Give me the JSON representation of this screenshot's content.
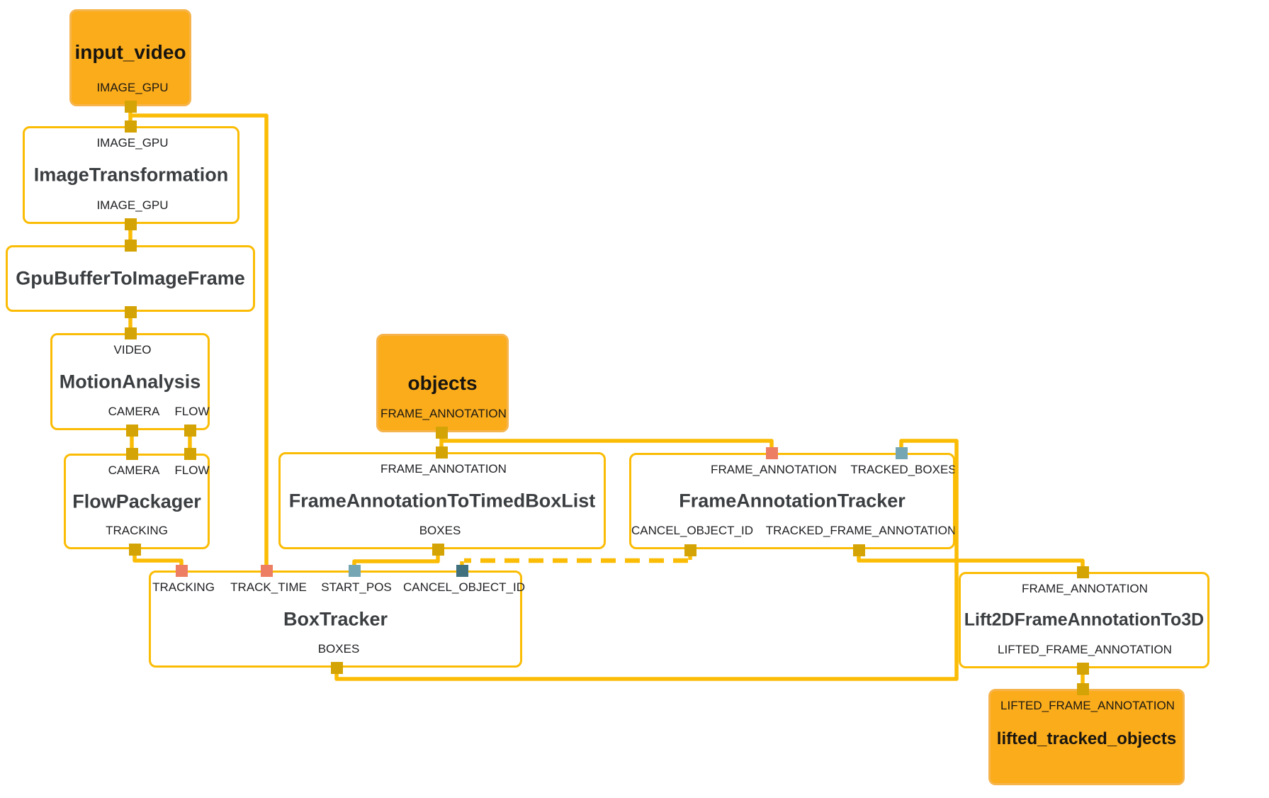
{
  "diagram": {
    "type": "mediapipe-calculator-graph",
    "colors": {
      "edge": "#FBBC05",
      "node_border": "#FBBC05",
      "stream_node_fill": "#FBAC1B",
      "stream_node_border": "#F6B44D",
      "port_default": "#D4A305",
      "port_salmon": "#ED7E63",
      "port_teal": "#74A6B4",
      "port_dark_teal": "#41707E",
      "title_text": "#3B3E41"
    },
    "nodes": [
      {
        "id": "input_video",
        "kind": "stream",
        "title": "input_video",
        "inputs": [],
        "outputs": [
          "IMAGE_GPU"
        ]
      },
      {
        "id": "ImageTransformation",
        "kind": "calculator",
        "title": "ImageTransformation",
        "inputs": [
          "IMAGE_GPU"
        ],
        "outputs": [
          "IMAGE_GPU"
        ]
      },
      {
        "id": "GpuBufferToImageFrame",
        "kind": "calculator",
        "title": "GpuBufferToImageFrame",
        "inputs": [],
        "outputs": []
      },
      {
        "id": "MotionAnalysis",
        "kind": "calculator",
        "title": "MotionAnalysis",
        "inputs": [
          "VIDEO"
        ],
        "outputs": [
          "CAMERA",
          "FLOW"
        ]
      },
      {
        "id": "FlowPackager",
        "kind": "calculator",
        "title": "FlowPackager",
        "inputs": [
          "CAMERA",
          "FLOW"
        ],
        "outputs": [
          "TRACKING"
        ]
      },
      {
        "id": "objects",
        "kind": "stream",
        "title": "objects",
        "inputs": [],
        "outputs": [
          "FRAME_ANNOTATION"
        ]
      },
      {
        "id": "FrameAnnotationToTimedBoxList",
        "kind": "calculator",
        "title": "FrameAnnotationToTimedBoxList",
        "inputs": [
          "FRAME_ANNOTATION"
        ],
        "outputs": [
          "BOXES"
        ]
      },
      {
        "id": "FrameAnnotationTracker",
        "kind": "calculator",
        "title": "FrameAnnotationTracker",
        "inputs": [
          "FRAME_ANNOTATION",
          "TRACKED_BOXES"
        ],
        "outputs": [
          "CANCEL_OBJECT_ID",
          "TRACKED_FRAME_ANNOTATION"
        ]
      },
      {
        "id": "BoxTracker",
        "kind": "calculator",
        "title": "BoxTracker",
        "inputs": [
          "TRACKING",
          "TRACK_TIME",
          "START_POS",
          "CANCEL_OBJECT_ID"
        ],
        "outputs": [
          "BOXES"
        ]
      },
      {
        "id": "Lift2DFrameAnnotationTo3D",
        "kind": "calculator",
        "title": "Lift2DFrameAnnotationTo3D",
        "inputs": [
          "FRAME_ANNOTATION"
        ],
        "outputs": [
          "LIFTED_FRAME_ANNOTATION"
        ]
      },
      {
        "id": "lifted_tracked_objects",
        "kind": "stream",
        "title": "lifted_tracked_objects",
        "inputs": [
          "LIFTED_FRAME_ANNOTATION"
        ],
        "outputs": []
      }
    ],
    "edges": [
      {
        "from": "input_video.IMAGE_GPU",
        "to": "ImageTransformation.IMAGE_GPU",
        "style": "solid"
      },
      {
        "from": "input_video.IMAGE_GPU",
        "to": "BoxTracker.TRACK_TIME",
        "style": "solid"
      },
      {
        "from": "ImageTransformation.IMAGE_GPU",
        "to": "GpuBufferToImageFrame",
        "style": "solid"
      },
      {
        "from": "GpuBufferToImageFrame",
        "to": "MotionAnalysis.VIDEO",
        "style": "solid"
      },
      {
        "from": "MotionAnalysis.CAMERA",
        "to": "FlowPackager.CAMERA",
        "style": "solid"
      },
      {
        "from": "MotionAnalysis.FLOW",
        "to": "FlowPackager.FLOW",
        "style": "solid"
      },
      {
        "from": "FlowPackager.TRACKING",
        "to": "BoxTracker.TRACKING",
        "style": "solid"
      },
      {
        "from": "objects.FRAME_ANNOTATION",
        "to": "FrameAnnotationToTimedBoxList.FRAME_ANNOTATION",
        "style": "solid"
      },
      {
        "from": "objects.FRAME_ANNOTATION",
        "to": "FrameAnnotationTracker.FRAME_ANNOTATION",
        "style": "solid"
      },
      {
        "from": "FrameAnnotationToTimedBoxList.BOXES",
        "to": "BoxTracker.START_POS",
        "style": "solid"
      },
      {
        "from": "FrameAnnotationTracker.CANCEL_OBJECT_ID",
        "to": "BoxTracker.CANCEL_OBJECT_ID",
        "style": "dashed"
      },
      {
        "from": "BoxTracker.BOXES",
        "to": "FrameAnnotationTracker.TRACKED_BOXES",
        "style": "solid"
      },
      {
        "from": "FrameAnnotationTracker.TRACKED_FRAME_ANNOTATION",
        "to": "Lift2DFrameAnnotationTo3D.FRAME_ANNOTATION",
        "style": "solid"
      },
      {
        "from": "Lift2DFrameAnnotationTo3D.LIFTED_FRAME_ANNOTATION",
        "to": "lifted_tracked_objects.LIFTED_FRAME_ANNOTATION",
        "style": "solid"
      }
    ]
  }
}
